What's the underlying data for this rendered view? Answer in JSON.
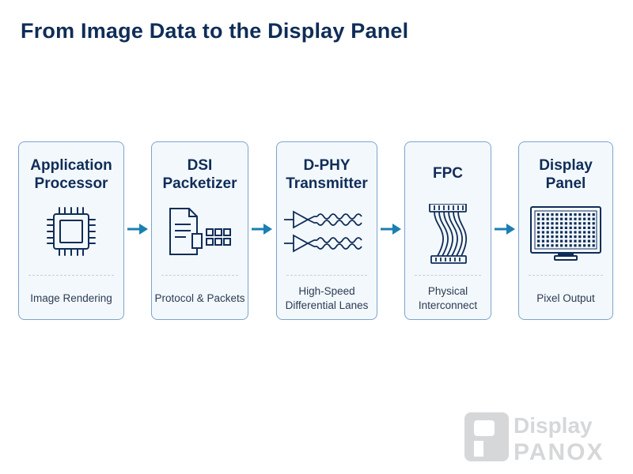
{
  "title": "From Image Data to the Display Panel",
  "colors": {
    "navy": "#0f2d57",
    "arrow": "#1a7fb2",
    "card_border": "#7ea3cc",
    "card_fill": "#f3f8fd"
  },
  "stages": [
    {
      "title": "Application\nProcessor",
      "icon": "chip-icon",
      "caption": "Image Rendering"
    },
    {
      "title": "DSI\nPacketizer",
      "icon": "document-packets-icon",
      "caption": "Protocol & Packets"
    },
    {
      "title": "D-PHY\nTransmitter",
      "icon": "differential-driver-icon",
      "caption": "High-Speed\nDifferential Lanes"
    },
    {
      "title": "FPC",
      "icon": "flex-cable-icon",
      "caption": "Physical\nInterconnect"
    },
    {
      "title": "Display\nPanel",
      "icon": "pixel-grid-display-icon",
      "caption": "Pixel Output"
    }
  ],
  "watermark": {
    "top": "Display",
    "bottom": "PANOX"
  }
}
